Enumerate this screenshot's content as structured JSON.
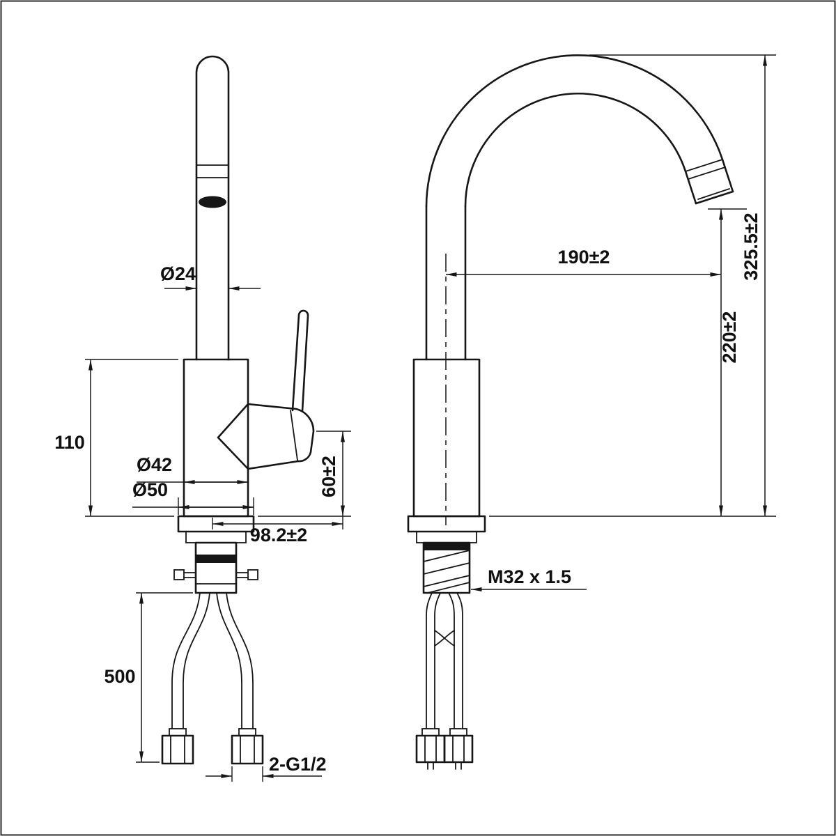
{
  "drawing": {
    "type": "technical-dimension-drawing",
    "subject": "kitchen faucet two-view drawing",
    "line_color": "#161616",
    "background": "#ffffff"
  },
  "labels": {
    "spout_diameter": "Ø24",
    "body_height": "110",
    "body_diameter": "Ø42",
    "base_diameter": "Ø50",
    "handle_height": "60±2",
    "handle_reach": "98.2±2",
    "hose_length": "500",
    "hose_thread": "2-G1/2",
    "spout_reach": "190±2",
    "outlet_height": "220±2",
    "total_height": "325.5±2",
    "shank_thread": "M32 x 1.5"
  }
}
